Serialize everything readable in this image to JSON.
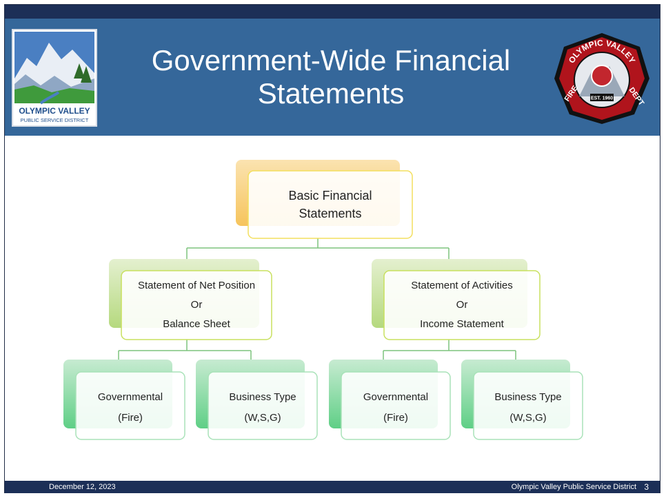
{
  "slide": {
    "title_line1": "Government-Wide Financial",
    "title_line2": "Statements",
    "footer_date": "December 12, 2023",
    "footer_org": "Olympic Valley Public Service District",
    "page_number": "3"
  },
  "logos": {
    "left_line1": "OLYMPIC VALLEY",
    "left_line2": "PUBLIC SERVICE DISTRICT",
    "right_arc_top": "OLYMPIC VALLEY",
    "right_left_word": "FIRE",
    "right_right_word": "DEPT",
    "right_est": "EST. 1960"
  },
  "diagram": {
    "root": {
      "line1": "Basic Financial",
      "line2": "Statements"
    },
    "left_branch": {
      "line1": "Statement of Net Position",
      "line2": "Or",
      "line3": "Balance Sheet"
    },
    "right_branch": {
      "line1": "Statement of Activities",
      "line2": "Or",
      "line3": "Income Statement"
    },
    "leaves": [
      {
        "line1": "Governmental",
        "line2": "(Fire)"
      },
      {
        "line1": "Business Type",
        "line2": "(W,S,G)"
      },
      {
        "line1": "Governmental",
        "line2": "(Fire)"
      },
      {
        "line1": "Business Type",
        "line2": "(W,S,G)"
      }
    ]
  },
  "colors": {
    "header": "#35679a",
    "footer": "#1c2f57",
    "root_back": "#f6c86a",
    "mid_back": "#bcdc8c",
    "leaf_back": "#5fce84",
    "connector": "#7dc47d"
  }
}
